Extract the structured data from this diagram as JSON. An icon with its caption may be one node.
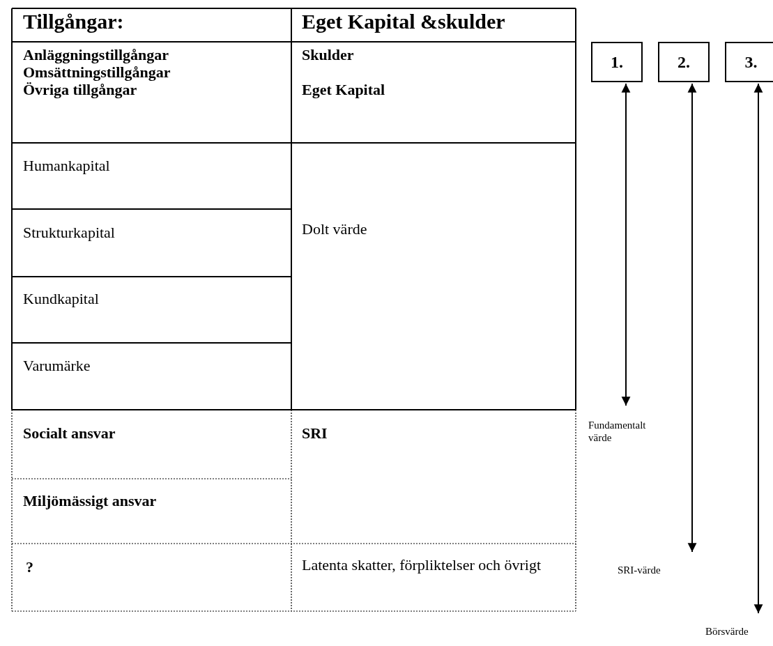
{
  "diagram": {
    "nodes": [
      {
        "text": [
          "1."
        ]
      },
      {
        "text": [
          "2."
        ]
      },
      {
        "text": [
          "3."
        ]
      },
      {
        "text": [
          "Fundamentalt värde"
        ]
      },
      {
        "text": [
          "SRI-värde"
        ]
      },
      {
        "text": [
          "Börsvärde"
        ]
      }
    ],
    "edges": [
      {
        "from": 0,
        "to": 3,
        "arrow": "both"
      },
      {
        "from": 1,
        "to": 4,
        "arrow": "both"
      },
      {
        "from": 2,
        "to": 5,
        "arrow": "both"
      }
    ],
    "labels": [
      "Tillgångar:",
      "Eget Kapital &skulder",
      "Anläggningstillgångar",
      "Skulder",
      "Omsättningstillgångar",
      "Övriga tillgångar",
      "Eget Kapital",
      "Humankapital",
      "Dolt värde",
      "Strukturkapital",
      "Kundkapital",
      "Varumärke",
      "Socialt ansvar",
      "SRI",
      "Miljömässigt ansvar",
      "?",
      "Latenta skatter, förpliktelser och övrigt"
    ]
  }
}
